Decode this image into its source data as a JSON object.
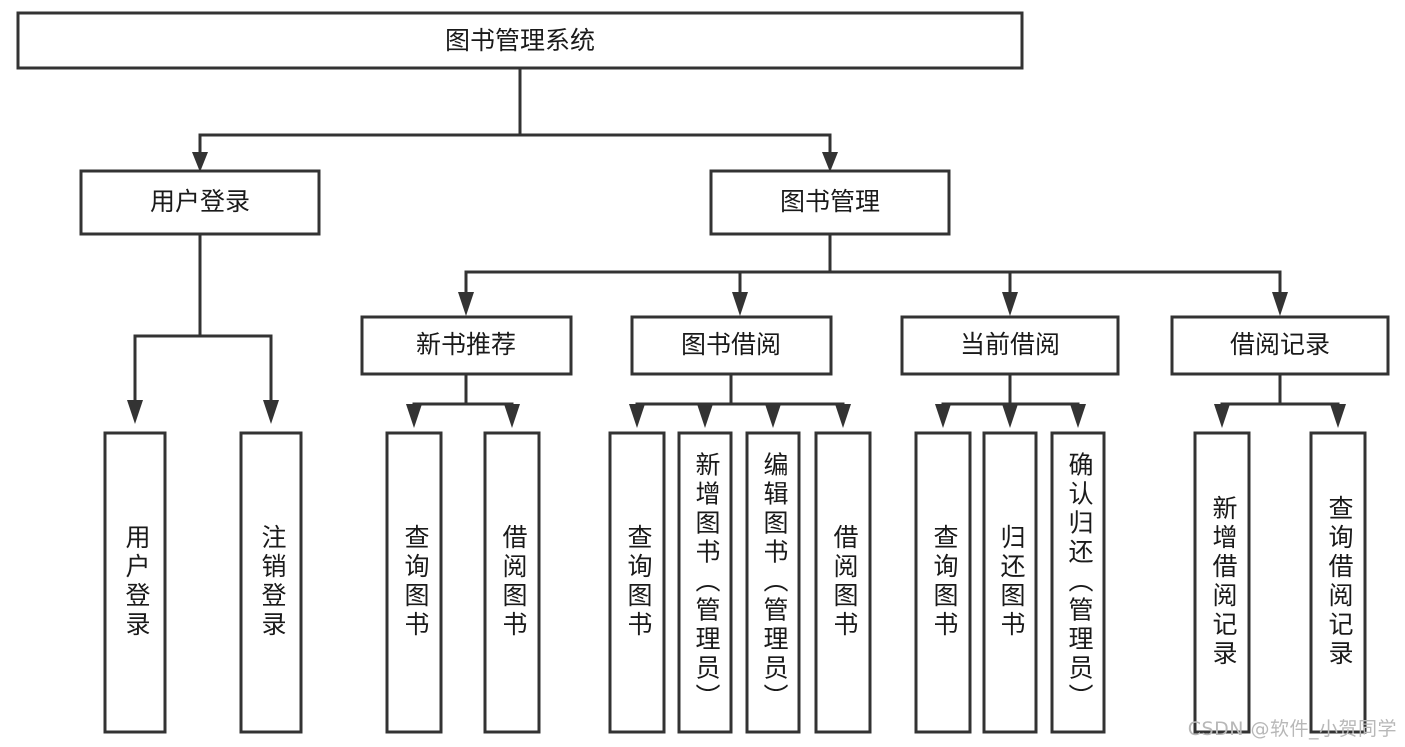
{
  "diagram": {
    "type": "tree-hierarchy",
    "title": "图书管理系统",
    "orientation": "top-down",
    "colors": {
      "box_fill": "#ffffff",
      "box_stroke": "#333333",
      "text": "#1a1a1a",
      "background": "#ffffff",
      "watermark": "#b8b8b8"
    },
    "levels": [
      {
        "level": 1,
        "nodes": [
          {
            "id": "root",
            "label": "图书管理系统",
            "orientation": "horizontal"
          }
        ]
      },
      {
        "level": 2,
        "nodes": [
          {
            "id": "login",
            "label": "用户登录",
            "orientation": "horizontal",
            "parent": "root"
          },
          {
            "id": "bookmgmt",
            "label": "图书管理",
            "orientation": "horizontal",
            "parent": "root"
          }
        ]
      },
      {
        "level": 3,
        "nodes": [
          {
            "id": "newbook",
            "label": "新书推荐",
            "orientation": "horizontal",
            "parent": "bookmgmt"
          },
          {
            "id": "borrow",
            "label": "图书借阅",
            "orientation": "horizontal",
            "parent": "bookmgmt"
          },
          {
            "id": "current",
            "label": "当前借阅",
            "orientation": "horizontal",
            "parent": "bookmgmt"
          },
          {
            "id": "record",
            "label": "借阅记录",
            "orientation": "horizontal",
            "parent": "bookmgmt"
          }
        ]
      },
      {
        "level": 4,
        "nodes": [
          {
            "id": "leaf1",
            "label": "用户登录",
            "orientation": "vertical",
            "parent": "login"
          },
          {
            "id": "leaf2",
            "label": "注销登录",
            "orientation": "vertical",
            "parent": "login"
          },
          {
            "id": "leaf3",
            "label": "查询图书",
            "orientation": "vertical",
            "parent": "newbook"
          },
          {
            "id": "leaf4",
            "label": "借阅图书",
            "orientation": "vertical",
            "parent": "newbook"
          },
          {
            "id": "leaf5",
            "label": "查询图书",
            "orientation": "vertical",
            "parent": "borrow"
          },
          {
            "id": "leaf6",
            "label": "新增图书（管理员）",
            "orientation": "vertical",
            "parent": "borrow"
          },
          {
            "id": "leaf7",
            "label": "编辑图书（管理员）",
            "orientation": "vertical",
            "parent": "borrow"
          },
          {
            "id": "leaf8",
            "label": "借阅图书",
            "orientation": "vertical",
            "parent": "borrow"
          },
          {
            "id": "leaf9",
            "label": "查询图书",
            "orientation": "vertical",
            "parent": "current"
          },
          {
            "id": "leaf10",
            "label": "归还图书",
            "orientation": "vertical",
            "parent": "current"
          },
          {
            "id": "leaf11",
            "label": "确认归还（管理员）",
            "orientation": "vertical",
            "parent": "current"
          },
          {
            "id": "leaf12",
            "label": "新增借阅记录",
            "orientation": "vertical",
            "parent": "record"
          },
          {
            "id": "leaf13",
            "label": "查询借阅记录",
            "orientation": "vertical",
            "parent": "record"
          }
        ]
      }
    ]
  },
  "watermark": {
    "text": "CSDN @软件_小贺同学"
  }
}
